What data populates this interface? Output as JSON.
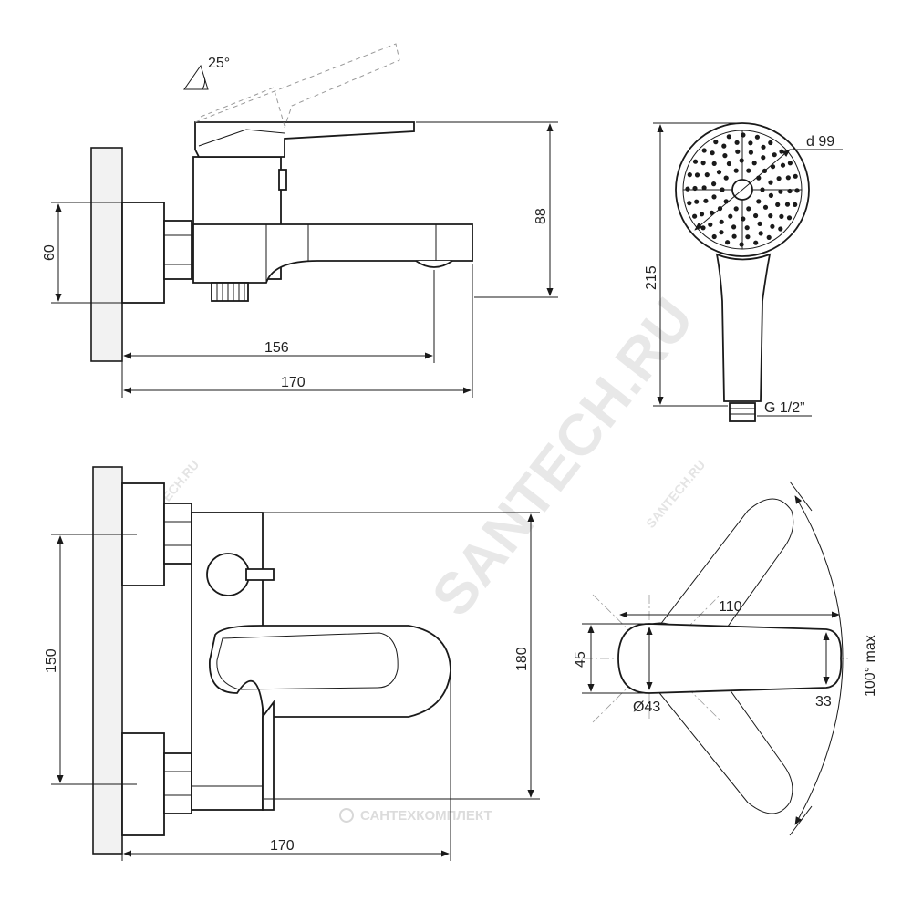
{
  "watermark": {
    "main": "SANTECH.RU",
    "small_1": "SANTECH.RU",
    "small_2": "SANTECH.RU",
    "bottom": "САНТЕХКОМПЛЕКТ"
  },
  "side_view": {
    "angle_label": "25°",
    "height_overall": "88",
    "height_mount": "60",
    "spout_reach": "156",
    "overall_length": "170"
  },
  "hand_shower": {
    "head_diameter": "d 99",
    "length": "215",
    "thread": "G 1/2”"
  },
  "front_view": {
    "mount_distance": "150",
    "height": "180",
    "width": "170"
  },
  "handle_top_view": {
    "length": "110",
    "width_base": "45",
    "diameter_base": "Ø43",
    "width_tip": "33",
    "rotation": "100° max"
  },
  "colors": {
    "line": "#1a1a1a",
    "wall_fill": "#f2f2f2",
    "watermark": "#d8d8d8",
    "dashed": "#999999"
  }
}
